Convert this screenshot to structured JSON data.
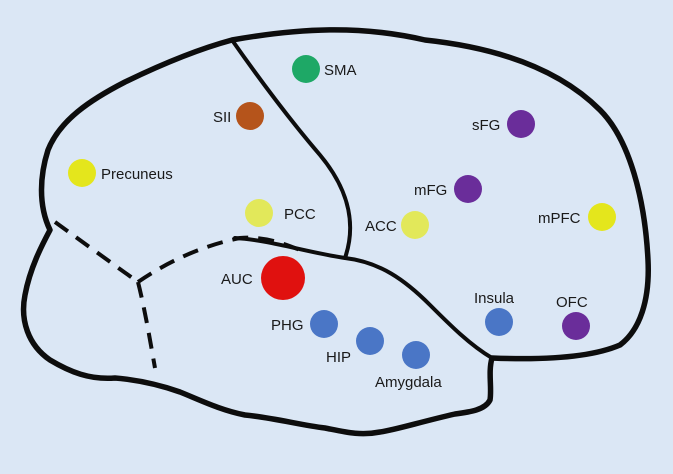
{
  "colors": {
    "background": "#dbe7f5",
    "outline": "#0d0d0d",
    "green": "#1ea866",
    "brown": "#b5541b",
    "yellow": "#e4e61c",
    "light_yellow": "#e2e85a",
    "purple": "#6a2d9a",
    "red": "#e0110f",
    "blue": "#4a76c6"
  },
  "regions": [
    {
      "id": "sma",
      "label": "SMA",
      "color": "#1ea866"
    },
    {
      "id": "sii",
      "label": "SII",
      "color": "#b5541b"
    },
    {
      "id": "precuneus",
      "label": "Precuneus",
      "color": "#e4e61c"
    },
    {
      "id": "pcc",
      "label": "PCC",
      "color": "#e2e85a"
    },
    {
      "id": "acc",
      "label": "ACC",
      "color": "#e2e85a"
    },
    {
      "id": "sfg",
      "label": "sFG",
      "color": "#6a2d9a"
    },
    {
      "id": "mfg",
      "label": "mFG",
      "color": "#6a2d9a"
    },
    {
      "id": "mpfc",
      "label": "mPFC",
      "color": "#e4e61c"
    },
    {
      "id": "auc",
      "label": "AUC",
      "color": "#e0110f"
    },
    {
      "id": "phg",
      "label": "PHG",
      "color": "#4a76c6"
    },
    {
      "id": "hip",
      "label": "HIP",
      "color": "#4a76c6"
    },
    {
      "id": "amygdala",
      "label": "Amygdala",
      "color": "#4a76c6"
    },
    {
      "id": "insula",
      "label": "Insula",
      "color": "#4a76c6"
    },
    {
      "id": "ofc",
      "label": "OFC",
      "color": "#6a2d9a"
    }
  ]
}
